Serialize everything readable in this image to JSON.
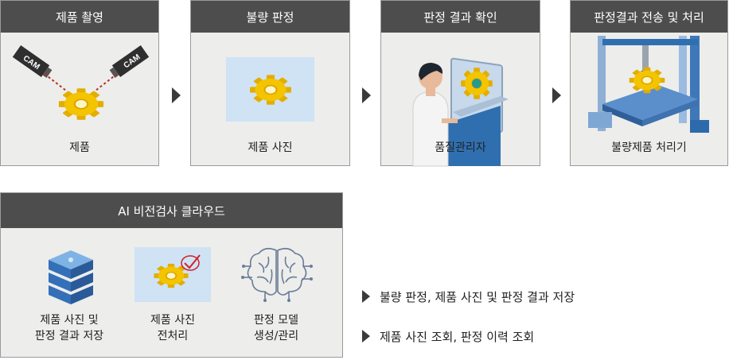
{
  "steps": [
    {
      "title": "제품 촬영",
      "caption": "제품",
      "cam_label": "CAM"
    },
    {
      "title": "불량 판정",
      "caption": "제품 사진"
    },
    {
      "title": "판정 결과 확인",
      "caption": "품질관리자"
    },
    {
      "title": "판정결과 전송 및 처리",
      "caption": "불량제품 처리기"
    }
  ],
  "cloud": {
    "title": "AI 비전검사 클라우드",
    "items": [
      {
        "line1": "제품 사진 및",
        "line2": "판정 결과 저장"
      },
      {
        "line1": "제품 사진",
        "line2": "전처리"
      },
      {
        "line1": "판정 모델",
        "line2": "생성/관리"
      }
    ]
  },
  "notes": [
    "불량 판정, 제품 사진 및 판정 결과 저장",
    "제품 사진 조회, 판정 이력 조회"
  ],
  "colors": {
    "header": "#4d4d4d",
    "panel": "#ededeb",
    "gear": "#f5c400",
    "accent": "#3a6fb0",
    "check": "#d0202a"
  }
}
